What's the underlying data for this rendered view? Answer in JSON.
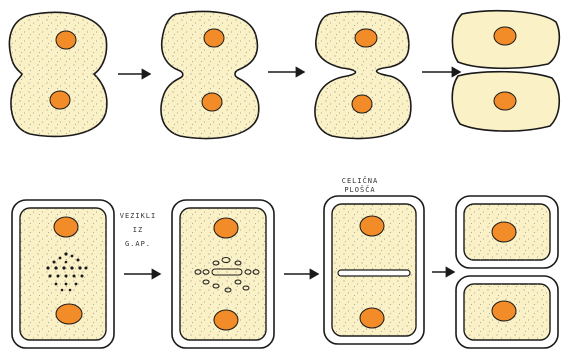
{
  "labels": {
    "vesicles_line1": "VEZIKLI",
    "vesicles_line2": "IZ",
    "vesicles_line3": "G.AP.",
    "cell_plate_line1": "CELIČNA",
    "cell_plate_line2": "PLOŠČA"
  },
  "colors": {
    "cytoplasm": "#fbf1c7",
    "nucleus": "#f28c28",
    "outline": "#1a1a1a",
    "wall_gap": "#ffffff"
  }
}
